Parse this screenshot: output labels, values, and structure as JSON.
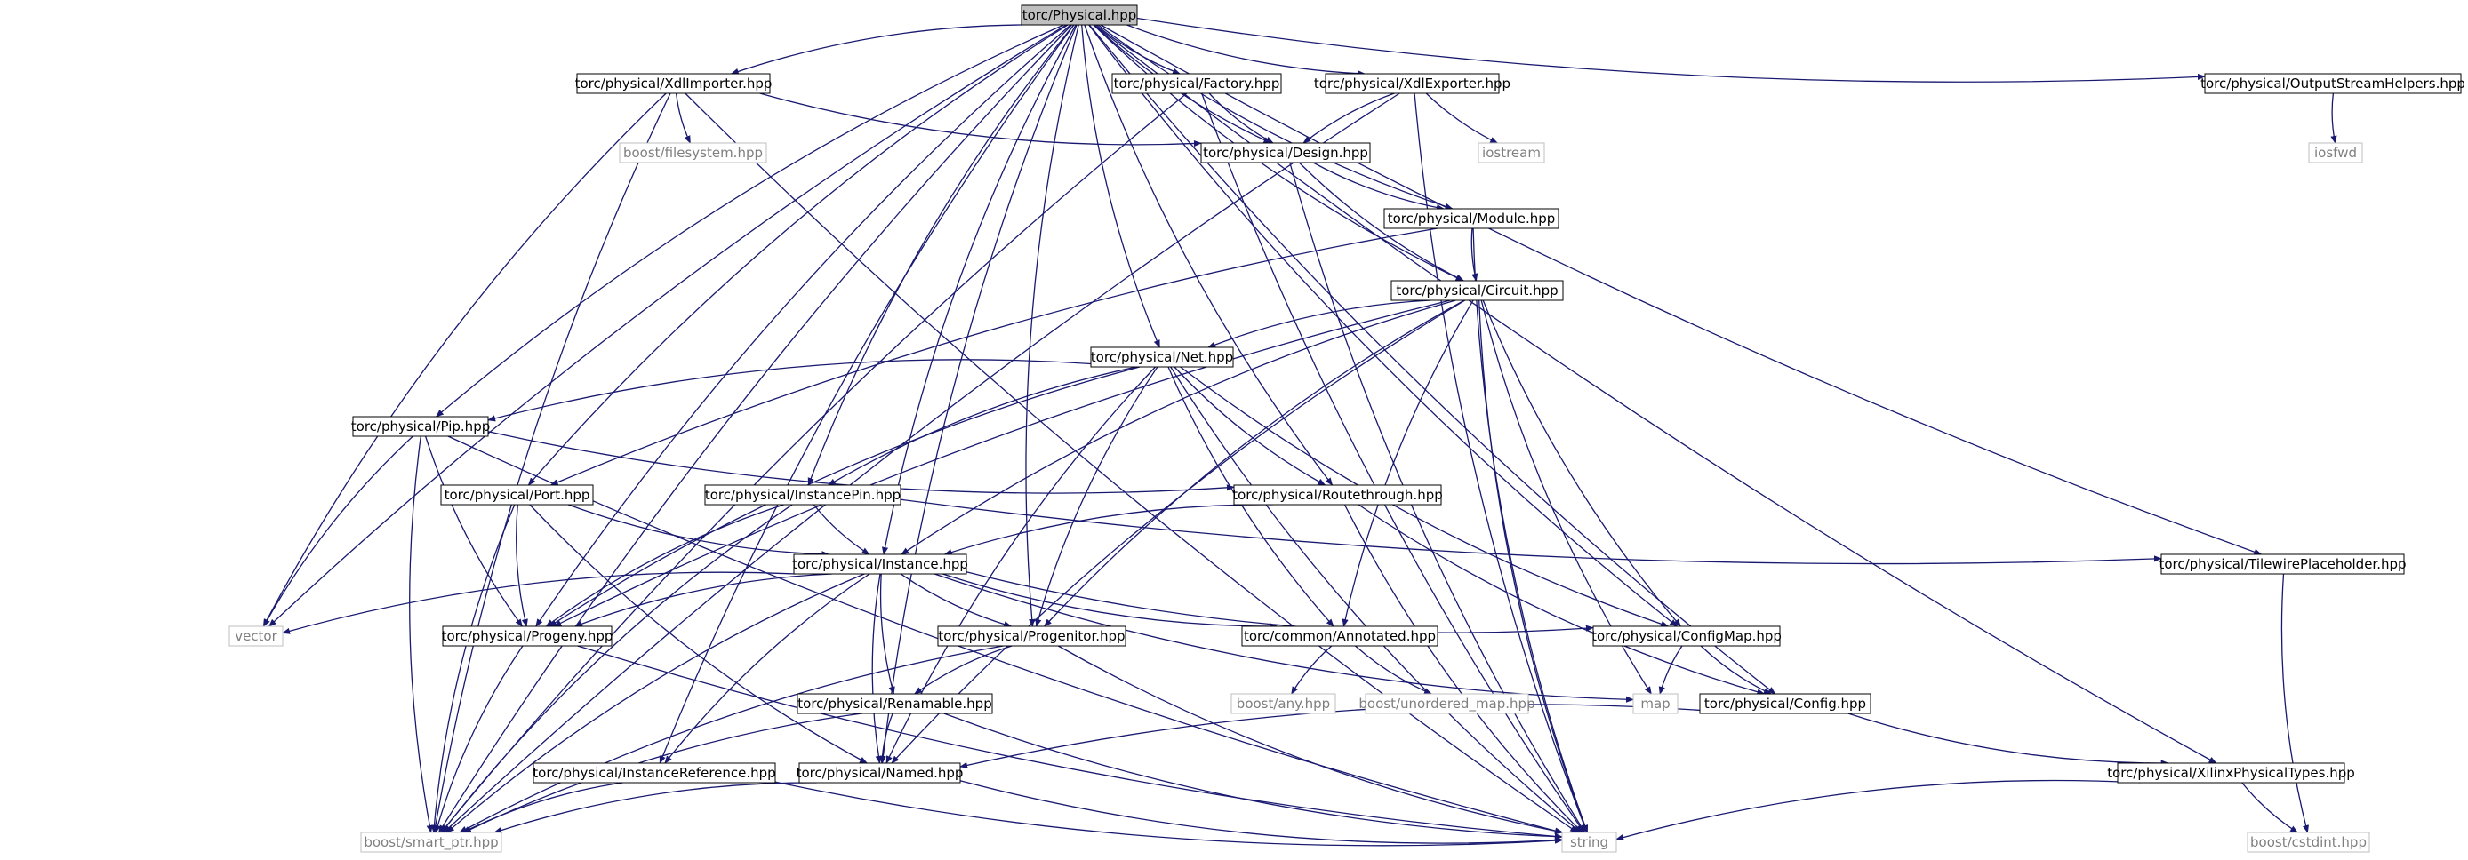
{
  "colors": {
    "edge": "#191970",
    "node_border": "#000000",
    "ext_border": "#bfbfbf",
    "ext_text": "#7f7f7f",
    "root_fill": "#bfbfbf",
    "fill": "#ffffff"
  },
  "nodes": [
    {
      "id": "physical",
      "label": "torc/Physical.hpp",
      "kind": "root"
    },
    {
      "id": "xdlimporter",
      "label": "torc/physical/XdlImporter.hpp",
      "kind": "local"
    },
    {
      "id": "factory",
      "label": "torc/physical/Factory.hpp",
      "kind": "local"
    },
    {
      "id": "xdlexporter",
      "label": "torc/physical/XdlExporter.hpp",
      "kind": "local"
    },
    {
      "id": "osh",
      "label": "torc/physical/OutputStreamHelpers.hpp",
      "kind": "local"
    },
    {
      "id": "fs",
      "label": "boost/filesystem.hpp",
      "kind": "external"
    },
    {
      "id": "design",
      "label": "torc/physical/Design.hpp",
      "kind": "local"
    },
    {
      "id": "iostream",
      "label": "iostream",
      "kind": "external"
    },
    {
      "id": "iosfwd",
      "label": "iosfwd",
      "kind": "external"
    },
    {
      "id": "module",
      "label": "torc/physical/Module.hpp",
      "kind": "local"
    },
    {
      "id": "circuit",
      "label": "torc/physical/Circuit.hpp",
      "kind": "local"
    },
    {
      "id": "net",
      "label": "torc/physical/Net.hpp",
      "kind": "local"
    },
    {
      "id": "pip",
      "label": "torc/physical/Pip.hpp",
      "kind": "local"
    },
    {
      "id": "port",
      "label": "torc/physical/Port.hpp",
      "kind": "local"
    },
    {
      "id": "instancepin",
      "label": "torc/physical/InstancePin.hpp",
      "kind": "local"
    },
    {
      "id": "routethrough",
      "label": "torc/physical/Routethrough.hpp",
      "kind": "local"
    },
    {
      "id": "tilewire",
      "label": "torc/physical/TilewirePlaceholder.hpp",
      "kind": "local"
    },
    {
      "id": "instance",
      "label": "torc/physical/Instance.hpp",
      "kind": "local"
    },
    {
      "id": "vector",
      "label": "vector",
      "kind": "external"
    },
    {
      "id": "progeny",
      "label": "torc/physical/Progeny.hpp",
      "kind": "local"
    },
    {
      "id": "progenitor",
      "label": "torc/physical/Progenitor.hpp",
      "kind": "local"
    },
    {
      "id": "annotated",
      "label": "torc/common/Annotated.hpp",
      "kind": "local"
    },
    {
      "id": "configmap",
      "label": "torc/physical/ConfigMap.hpp",
      "kind": "local"
    },
    {
      "id": "renamable",
      "label": "torc/physical/Renamable.hpp",
      "kind": "local"
    },
    {
      "id": "boostany",
      "label": "boost/any.hpp",
      "kind": "external"
    },
    {
      "id": "unordered",
      "label": "boost/unordered_map.hpp",
      "kind": "external"
    },
    {
      "id": "map",
      "label": "map",
      "kind": "external"
    },
    {
      "id": "config",
      "label": "torc/physical/Config.hpp",
      "kind": "local"
    },
    {
      "id": "instref",
      "label": "torc/physical/InstanceReference.hpp",
      "kind": "local"
    },
    {
      "id": "named",
      "label": "torc/physical/Named.hpp",
      "kind": "local"
    },
    {
      "id": "xpt",
      "label": "torc/physical/XilinxPhysicalTypes.hpp",
      "kind": "local"
    },
    {
      "id": "smartptr",
      "label": "boost/smart_ptr.hpp",
      "kind": "external"
    },
    {
      "id": "string",
      "label": "string",
      "kind": "external"
    },
    {
      "id": "cstdint",
      "label": "boost/cstdint.hpp",
      "kind": "external"
    }
  ],
  "edges": [
    [
      "physical",
      "xdlimporter"
    ],
    [
      "physical",
      "factory"
    ],
    [
      "physical",
      "xdlexporter"
    ],
    [
      "physical",
      "osh"
    ],
    [
      "physical",
      "design"
    ],
    [
      "physical",
      "module"
    ],
    [
      "physical",
      "circuit"
    ],
    [
      "physical",
      "net"
    ],
    [
      "physical",
      "pip"
    ],
    [
      "physical",
      "port"
    ],
    [
      "physical",
      "instancepin"
    ],
    [
      "physical",
      "routethrough"
    ],
    [
      "physical",
      "tilewire"
    ],
    [
      "physical",
      "instance"
    ],
    [
      "physical",
      "vector"
    ],
    [
      "physical",
      "progeny"
    ],
    [
      "physical",
      "progenitor"
    ],
    [
      "physical",
      "configmap"
    ],
    [
      "physical",
      "config"
    ],
    [
      "physical",
      "instref"
    ],
    [
      "physical",
      "named"
    ],
    [
      "physical",
      "xpt"
    ],
    [
      "physical",
      "smartptr"
    ],
    [
      "xdlimporter",
      "fs"
    ],
    [
      "xdlimporter",
      "design"
    ],
    [
      "xdlimporter",
      "vector"
    ],
    [
      "xdlimporter",
      "smartptr"
    ],
    [
      "xdlimporter",
      "string"
    ],
    [
      "factory",
      "design"
    ],
    [
      "factory",
      "smartptr"
    ],
    [
      "factory",
      "string"
    ],
    [
      "xdlexporter",
      "design"
    ],
    [
      "xdlexporter",
      "iostream"
    ],
    [
      "xdlexporter",
      "smartptr"
    ],
    [
      "xdlexporter",
      "string"
    ],
    [
      "osh",
      "iosfwd"
    ],
    [
      "design",
      "module"
    ],
    [
      "design",
      "circuit"
    ],
    [
      "design",
      "string"
    ],
    [
      "module",
      "circuit"
    ],
    [
      "module",
      "port"
    ],
    [
      "module",
      "string"
    ],
    [
      "circuit",
      "net"
    ],
    [
      "circuit",
      "instance"
    ],
    [
      "circuit",
      "progeny"
    ],
    [
      "circuit",
      "progenitor"
    ],
    [
      "circuit",
      "annotated"
    ],
    [
      "circuit",
      "configmap"
    ],
    [
      "circuit",
      "named"
    ],
    [
      "circuit",
      "map"
    ],
    [
      "circuit",
      "string"
    ],
    [
      "net",
      "pip"
    ],
    [
      "net",
      "instancepin"
    ],
    [
      "net",
      "routethrough"
    ],
    [
      "net",
      "progeny"
    ],
    [
      "net",
      "progenitor"
    ],
    [
      "net",
      "annotated"
    ],
    [
      "net",
      "configmap"
    ],
    [
      "net",
      "named"
    ],
    [
      "net",
      "string"
    ],
    [
      "pip",
      "routethrough"
    ],
    [
      "pip",
      "vector"
    ],
    [
      "pip",
      "progeny"
    ],
    [
      "pip",
      "smartptr"
    ],
    [
      "pip",
      "string"
    ],
    [
      "port",
      "instance"
    ],
    [
      "port",
      "progeny"
    ],
    [
      "port",
      "named"
    ],
    [
      "port",
      "smartptr"
    ],
    [
      "instancepin",
      "instance"
    ],
    [
      "instancepin",
      "progeny"
    ],
    [
      "instancepin",
      "tilewire"
    ],
    [
      "instancepin",
      "smartptr"
    ],
    [
      "routethrough",
      "instance"
    ],
    [
      "routethrough",
      "config"
    ],
    [
      "routethrough",
      "string"
    ],
    [
      "tilewire",
      "cstdint"
    ],
    [
      "instance",
      "vector"
    ],
    [
      "instance",
      "progeny"
    ],
    [
      "instance",
      "progenitor"
    ],
    [
      "instance",
      "annotated"
    ],
    [
      "instance",
      "configmap"
    ],
    [
      "instance",
      "renamable"
    ],
    [
      "instance",
      "instref"
    ],
    [
      "instance",
      "named"
    ],
    [
      "instance",
      "map"
    ],
    [
      "instance",
      "smartptr"
    ],
    [
      "progeny",
      "smartptr"
    ],
    [
      "progeny",
      "string"
    ],
    [
      "progenitor",
      "renamable"
    ],
    [
      "progenitor",
      "smartptr"
    ],
    [
      "progenitor",
      "string"
    ],
    [
      "annotated",
      "boostany"
    ],
    [
      "annotated",
      "unordered"
    ],
    [
      "configmap",
      "map"
    ],
    [
      "configmap",
      "config"
    ],
    [
      "renamable",
      "named"
    ],
    [
      "renamable",
      "smartptr"
    ],
    [
      "renamable",
      "string"
    ],
    [
      "config",
      "named"
    ],
    [
      "config",
      "xpt"
    ],
    [
      "instref",
      "smartptr"
    ],
    [
      "instref",
      "string"
    ],
    [
      "named",
      "smartptr"
    ],
    [
      "named",
      "string"
    ],
    [
      "xpt",
      "string"
    ],
    [
      "xpt",
      "cstdint"
    ]
  ]
}
